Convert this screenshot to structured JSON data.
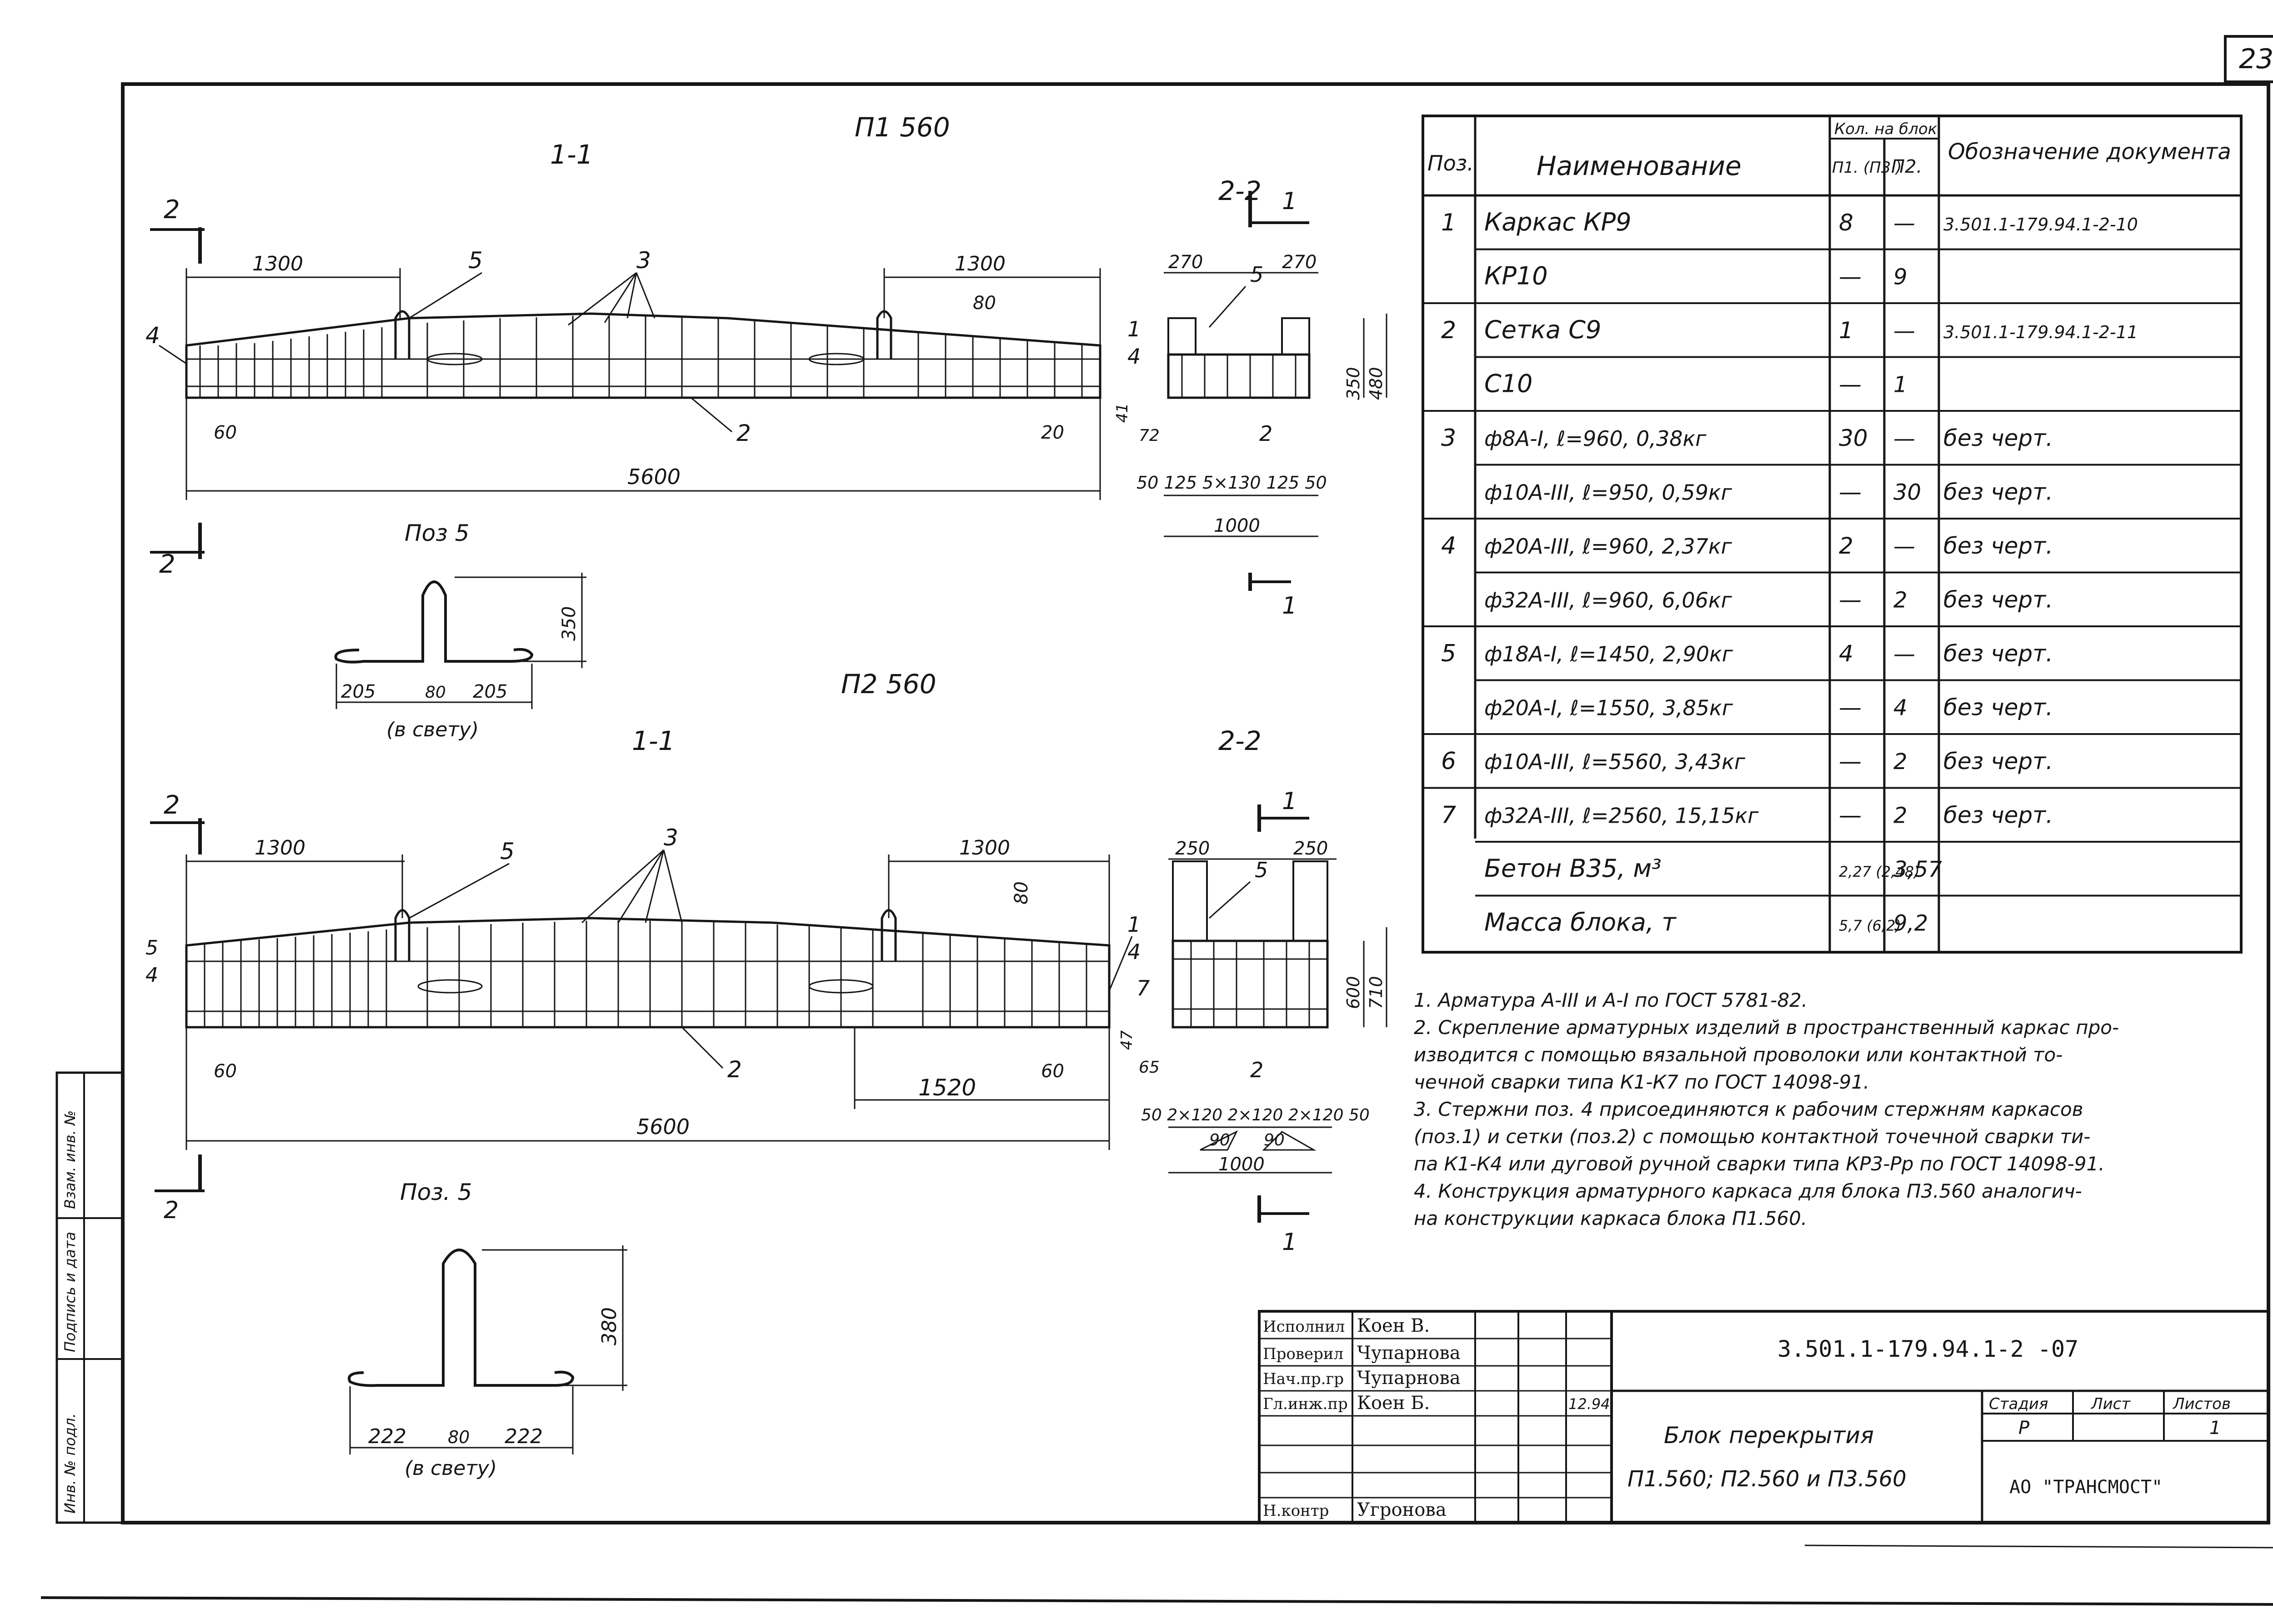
{
  "sheet": {
    "page_number": "23",
    "doc_code": "3.501.1-179.94.1-2 -07",
    "title_line1": "Блок перекрытия",
    "title_line2": "П1.560; П2.560 и П3.560",
    "company": "АО \"ТРАНСМОСТ\"",
    "stage_header": "Стадия",
    "sheet_header": "Лист",
    "sheets_header": "Листов",
    "stage_value": "Р",
    "sheets_value": "1",
    "date": "12.94",
    "signatures": [
      {
        "role": "Исполнил",
        "name": "Коен В."
      },
      {
        "role": "Проверил",
        "name": "Чупарнова"
      },
      {
        "role": "Нач.пр.гр",
        "name": "Чупарнова"
      },
      {
        "role": "Гл.инж.пр",
        "name": "Коен Б."
      },
      {
        "role": "",
        "name": ""
      },
      {
        "role": "",
        "name": ""
      },
      {
        "role": "Н.контр",
        "name": "Угронова"
      }
    ]
  },
  "drawings": {
    "p1_title": "П1 560",
    "p2_title": "П2 560",
    "sec_long": "1-1",
    "sec_cross": "2-2",
    "mark_1": "1",
    "mark_2": "2",
    "p1_dims": {
      "left_1300": "1300",
      "right_1300": "1300",
      "d80": "80",
      "d60l": "60",
      "d20r": "20",
      "total": "5600",
      "cross_270a": "270",
      "cross_270b": "270",
      "h350": "350",
      "h480": "480",
      "d41": "41",
      "d72": "72",
      "cross_row": "50 125  5×130  125 50",
      "cross_total": "1000"
    },
    "p2_dims": {
      "left_1300": "1300",
      "right_1300": "1300",
      "d80": "80",
      "d60l": "60",
      "d60r": "60",
      "d1520": "1520",
      "total": "5600",
      "cross_250a": "250",
      "cross_250b": "250",
      "h600": "600",
      "h710": "710",
      "d47": "47",
      "d65": "65",
      "cross_row": "50 2×120 2×120 2×120 50",
      "cross_total": "1000",
      "d90a": "90",
      "d90b": "90"
    },
    "pos_labels": {
      "p3": "3",
      "p5": "5",
      "p4": "4",
      "p2": "2",
      "p1": "1",
      "p7": "7"
    },
    "poz5_a": {
      "title": "Поз 5",
      "h": "350",
      "l": "205",
      "m": "80",
      "r": "205",
      "note": "(в свету)"
    },
    "poz5_b": {
      "title": "Поз. 5",
      "h": "380",
      "l": "222",
      "m": "80",
      "r": "222",
      "note": "(в свету)"
    }
  },
  "spec_table": {
    "headers": {
      "pos": "Поз.",
      "name": "Наименование",
      "qty": "Кол. на блок",
      "qty_p1": "П1. (П3.)",
      "qty_p2": "П2.",
      "doc": "Обозначение документа"
    },
    "rows": [
      {
        "pos": "1",
        "name": "Каркас КР9",
        "p1": "8",
        "p2": "—",
        "doc": "3.501.1-179.94.1-2-10"
      },
      {
        "pos": "",
        "name": "КР10",
        "p1": "—",
        "p2": "9",
        "doc": ""
      },
      {
        "pos": "2",
        "name": "Сетка С9",
        "p1": "1",
        "p2": "—",
        "doc": "3.501.1-179.94.1-2-11"
      },
      {
        "pos": "",
        "name": "С10",
        "p1": "—",
        "p2": "1",
        "doc": ""
      },
      {
        "pos": "3",
        "name": "ф8А-I, ℓ=960, 0,38кг",
        "p1": "30",
        "p2": "—",
        "doc": "без черт."
      },
      {
        "pos": "",
        "name": "ф10А-III, ℓ=950, 0,59кг",
        "p1": "—",
        "p2": "30",
        "doc": "без черт."
      },
      {
        "pos": "4",
        "name": "ф20А-III, ℓ=960, 2,37кг",
        "p1": "2",
        "p2": "—",
        "doc": "без черт."
      },
      {
        "pos": "",
        "name": "ф32А-III, ℓ=960, 6,06кг",
        "p1": "—",
        "p2": "2",
        "doc": "без черт."
      },
      {
        "pos": "5",
        "name": "ф18А-I, ℓ=1450, 2,90кг",
        "p1": "4",
        "p2": "—",
        "doc": "без черт."
      },
      {
        "pos": "",
        "name": "ф20А-I, ℓ=1550, 3,85кг",
        "p1": "—",
        "p2": "4",
        "doc": "без черт."
      },
      {
        "pos": "6",
        "name": "ф10А-III, ℓ=5560, 3,43кг",
        "p1": "—",
        "p2": "2",
        "doc": "без черт."
      },
      {
        "pos": "7",
        "name": "ф32А-III, ℓ=2560, 15,15кг",
        "p1": "—",
        "p2": "2",
        "doc": "без черт."
      },
      {
        "pos": "",
        "name": "Бетон В35, м³",
        "p1": "2,27 (2,48)",
        "p2": "3,57",
        "doc": ""
      },
      {
        "pos": "",
        "name": "Масса блока, т",
        "p1": "5,7 (6,2)",
        "p2": "9,2",
        "doc": ""
      }
    ]
  },
  "notes": [
    "1. Арматура А-III и А-I по ГОСТ 5781-82.",
    "2. Скрепление арматурных изделий в пространственный каркас про-",
    "изводится с помощью вязальной проволоки или контактной то-",
    "чечной сварки типа К1-К7 по ГОСТ 14098-91.",
    "3. Стержни поз. 4 присоединяются к рабочим стержням каркасов",
    "(поз.1) и сетки (поз.2) с помощью контактной точечной сварки ти-",
    "па К1-К4 или дуговой ручной сварки типа КР3-Рр по ГОСТ 14098-91.",
    "4. Конструкция арматурного каркаса для блока П3.560 аналогич-",
    "на конструкции каркаса блока П1.560."
  ],
  "side_stamp": [
    "Взам. инв. №",
    "Подпись и дата",
    "Инв. № подл."
  ]
}
